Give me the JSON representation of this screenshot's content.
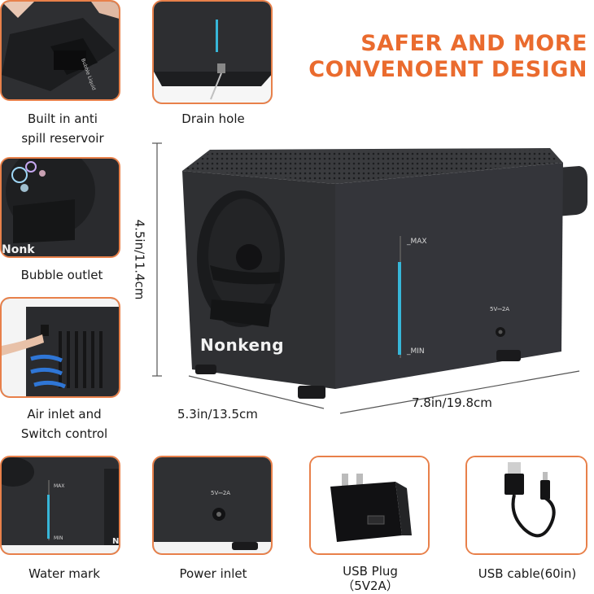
{
  "headline": {
    "line1": "SAFER AND MORE",
    "line2": "CONVENOENT DESIGN"
  },
  "features": {
    "reservoir": {
      "caption_line1": "Built in anti",
      "caption_line2": "spill reservoir",
      "label": "Bubble Liquid"
    },
    "drain": {
      "caption": "Drain hole"
    },
    "outlet": {
      "caption": "Bubble outlet",
      "label": "Nonk"
    },
    "air": {
      "caption_line1": "Air inlet and",
      "caption_line2": "Switch control"
    },
    "water": {
      "caption": "Water mark",
      "max": "MAX",
      "min": "MIN",
      "brand": "NC"
    },
    "power": {
      "caption": "Power inlet",
      "spec": "5V⎓2A"
    },
    "plug": {
      "caption_line1": "USB Plug",
      "caption_line2": "（5V2A）"
    },
    "cable": {
      "caption": "USB cable(60in)"
    }
  },
  "product": {
    "brand": "Nonkeng",
    "max_label": "_MAX",
    "min_label": "_MIN",
    "power_spec": "5V⎓2A",
    "height": "4.5in/11.4cm",
    "depth": "5.3in/13.5cm",
    "width": "7.8in/19.8cm"
  },
  "colors": {
    "accent": "#ea6b2e",
    "border": "#e8804a",
    "body": "#2b2c2f",
    "water_gauge": "#37b6d8"
  }
}
